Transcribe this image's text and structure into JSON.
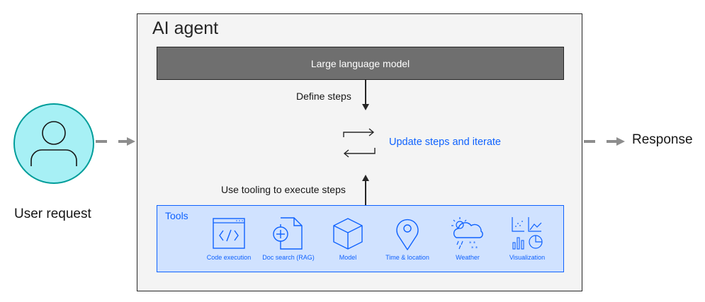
{
  "agent": {
    "title": "AI agent"
  },
  "llm": {
    "label": "Large language model"
  },
  "flow": {
    "define_steps": "Define steps",
    "update_steps": "Update steps and iterate",
    "use_tooling": "Use tooling to execute steps"
  },
  "tools": {
    "title": "Tools",
    "items": [
      {
        "label": "Code execution",
        "icon": "code-icon"
      },
      {
        "label": "Doc search (RAG)",
        "icon": "doc-search-icon"
      },
      {
        "label": "Model",
        "icon": "cube-icon"
      },
      {
        "label": "Time & location",
        "icon": "location-pin-icon"
      },
      {
        "label": "Weather",
        "icon": "weather-icon"
      },
      {
        "label": "Visualization",
        "icon": "visualization-icon"
      }
    ]
  },
  "user": {
    "label": "User request",
    "icon": "user-icon"
  },
  "response": {
    "label": "Response"
  },
  "colors": {
    "accent": "#0f62fe",
    "tools_fill": "#d0e2ff",
    "llm_fill": "#6f6f6f",
    "user_fill": "#a7f0f5",
    "user_stroke": "#009d9a"
  }
}
